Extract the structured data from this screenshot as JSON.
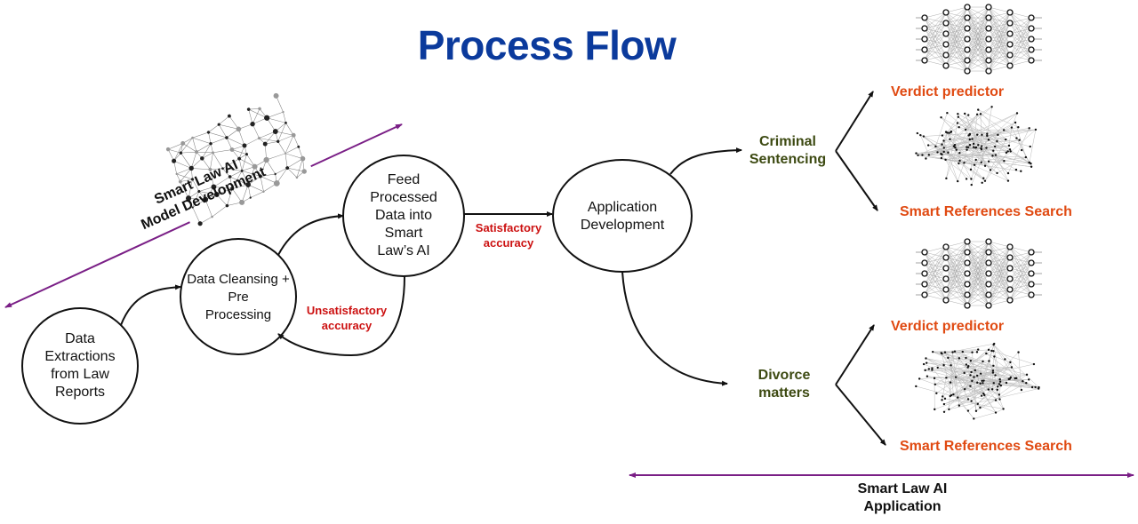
{
  "title": "Process Flow",
  "colors": {
    "title": "#0b3a9c",
    "edge_label": "#cc1111",
    "category": "#3d4a12",
    "output": "#e04a12",
    "phase_arrow": "#7a1f86",
    "node_stroke": "#111111"
  },
  "phases": {
    "model_development": {
      "line1": "Smart Law AI",
      "line2": "Model Development",
      "image": "network-mesh-image"
    },
    "application": {
      "line1": "Smart Law AI",
      "line2": "Application"
    }
  },
  "nodes": [
    {
      "id": "extract",
      "lines": [
        "Data",
        "Extractions",
        "from Law",
        "Reports"
      ]
    },
    {
      "id": "cleanse",
      "lines": [
        "Data Cleansing +",
        "Pre",
        "Processing"
      ]
    },
    {
      "id": "feed",
      "lines": [
        "Feed",
        "Processed",
        "Data into",
        "Smart",
        "Law’s AI"
      ]
    },
    {
      "id": "appdev",
      "lines": [
        "Application",
        "Development"
      ]
    }
  ],
  "edge_labels": {
    "satisfactory": [
      "Satisfactory",
      "accuracy"
    ],
    "unsatisfactory": [
      "Unsatisfactory",
      "accuracy"
    ]
  },
  "categories": [
    {
      "lines": [
        "Criminal",
        "Sentencing"
      ],
      "outputs": [
        {
          "label": "Verdict predictor",
          "image": "neural-network-image"
        },
        {
          "label": "Smart References Search",
          "image": "graph-network-image"
        }
      ]
    },
    {
      "lines": [
        "Divorce",
        "matters"
      ],
      "outputs": [
        {
          "label": "Verdict predictor",
          "image": "neural-network-image"
        },
        {
          "label": "Smart References Search",
          "image": "graph-network-image"
        }
      ]
    }
  ]
}
